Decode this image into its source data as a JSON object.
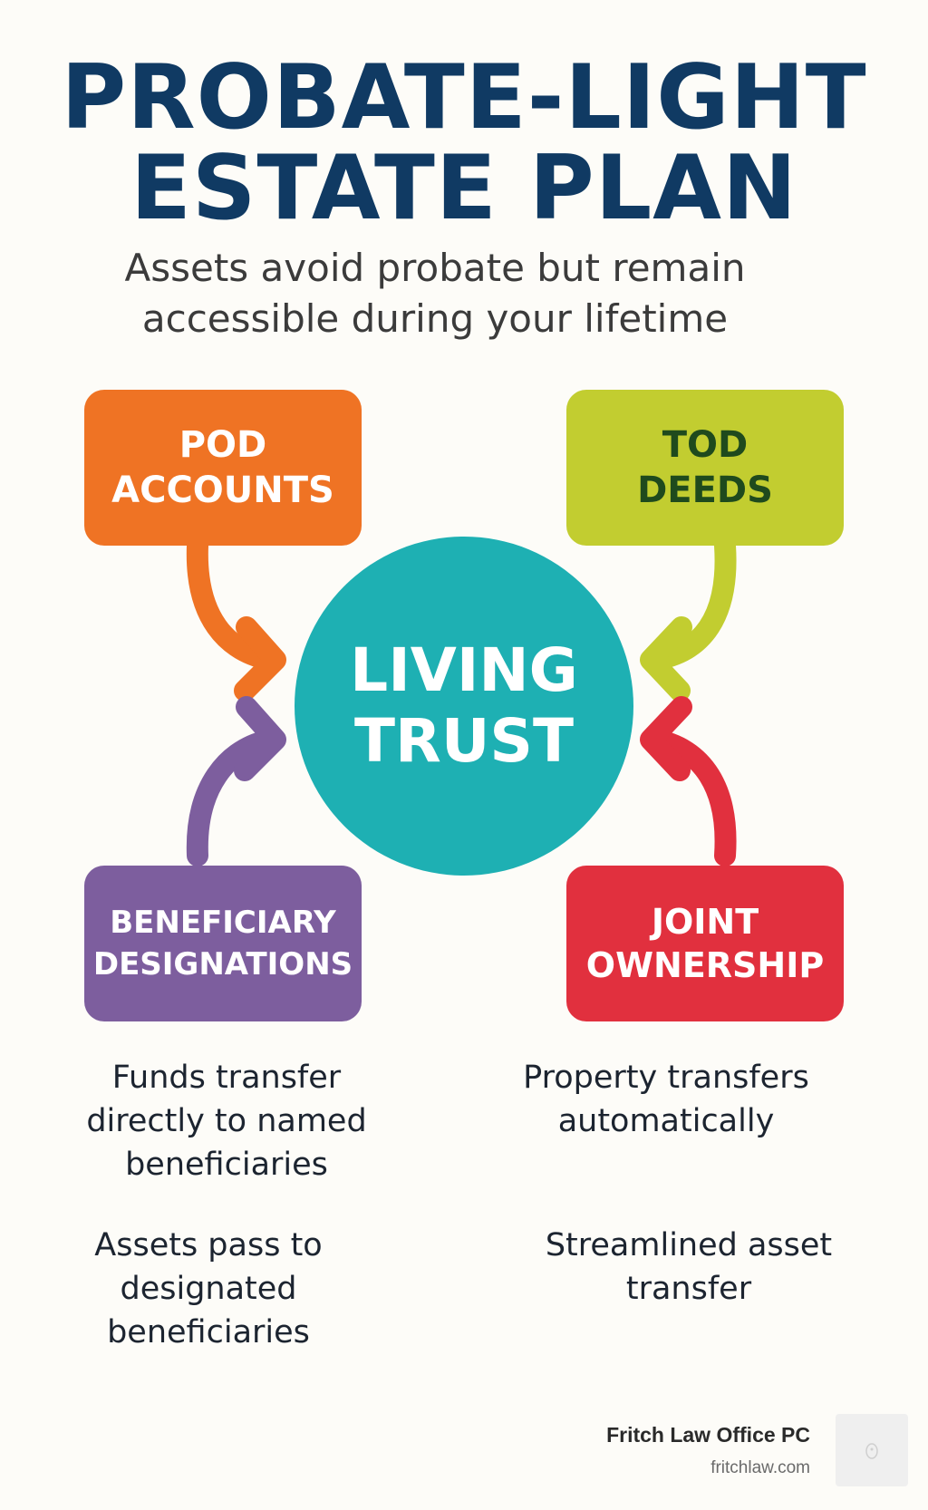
{
  "title": [
    "PROBATE-LIGHT",
    "ESTATE PLAN"
  ],
  "subtitle": [
    "Assets avoid probate but remain",
    "accessible during your lifetime"
  ],
  "center": [
    "LIVING",
    "TRUST"
  ],
  "boxes": {
    "pod": [
      "POD",
      "ACCOUNTS"
    ],
    "tod": [
      "TOD",
      "DEEDS"
    ],
    "beneficiary": [
      "BENEFICIARY",
      "DESIGNATIONS"
    ],
    "joint": [
      "JOINT",
      "OWNERSHIP"
    ]
  },
  "descriptions": [
    [
      "Funds transfer",
      "directly to named",
      "beneficiaries"
    ],
    [
      "Property transfers",
      "automatically"
    ],
    [
      "Assets pass to",
      "designated",
      "beneficiaries"
    ],
    [
      "Streamlined asset",
      "transfer"
    ]
  ],
  "footer": {
    "name": "Fritch Law Office PC",
    "url": "fritchlaw.com"
  },
  "colors": {
    "pod": "#ef7324",
    "tod": "#c2cd30",
    "beneficiary": "#7d5e9e",
    "joint": "#e1303e",
    "center": "#1eb0b3",
    "title": "#103a63"
  },
  "icons": {
    "logo": "logo-placeholder-icon"
  }
}
